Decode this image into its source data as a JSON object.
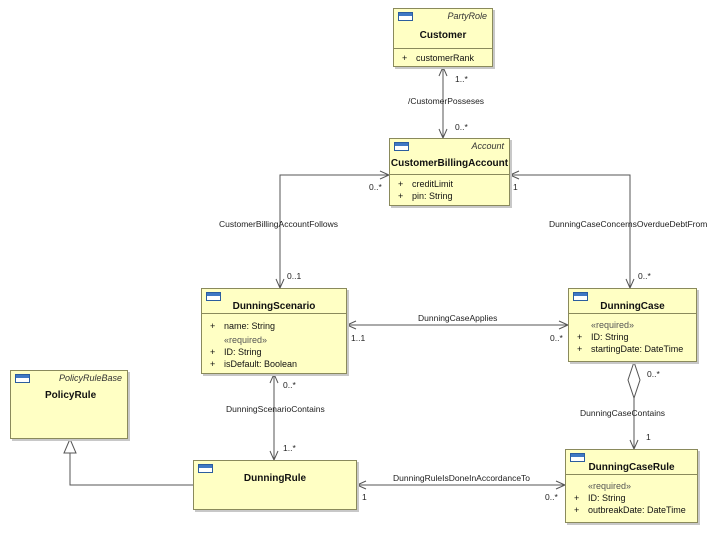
{
  "classes": {
    "customer": {
      "stereotype": "PartyRole",
      "name": "Customer",
      "attrs": [
        {
          "vis": "+",
          "text": "customerRank"
        }
      ]
    },
    "billing": {
      "stereotype": "Account",
      "name": "CustomerBillingAccount",
      "attrs": [
        {
          "vis": "+",
          "text": "creditLimit"
        },
        {
          "vis": "+",
          "text": "pin: String"
        }
      ]
    },
    "scenario": {
      "name": "DunningScenario",
      "attr1": {
        "vis": "+",
        "text": "name: String"
      },
      "required": "«required»",
      "attrs": [
        {
          "vis": "+",
          "text": "ID: String"
        },
        {
          "vis": "+",
          "text": "isDefault: Boolean"
        }
      ]
    },
    "case": {
      "name": "DunningCase",
      "required": "«required»",
      "attrs": [
        {
          "vis": "+",
          "text": "ID: String"
        },
        {
          "vis": "+",
          "text": "startingDate: DateTime"
        }
      ]
    },
    "policy": {
      "stereotype": "PolicyRuleBase",
      "name": "PolicyRule"
    },
    "rule": {
      "name": "DunningRule"
    },
    "caseRule": {
      "name": "DunningCaseRule",
      "required": "«required»",
      "attrs": [
        {
          "vis": "+",
          "text": "ID: String"
        },
        {
          "vis": "+",
          "text": "outbreakDate: DateTime"
        }
      ]
    }
  },
  "associations": {
    "possesses": {
      "name": "/CustomerPosseses",
      "mult_top": "1..*",
      "mult_bottom": "0..*"
    },
    "follows": {
      "name": "CustomerBillingAccountFollows",
      "mult_account": "0..*",
      "mult_scenario": "0..1"
    },
    "concerns": {
      "name": "DunningCaseConcernsOverdueDebtFrom",
      "mult_account": "1",
      "mult_case": "0..*"
    },
    "applies": {
      "name": "DunningCaseApplies",
      "mult_scenario": "1..1",
      "mult_case": "0..*"
    },
    "scenarioContains": {
      "name": "DunningScenarioContains",
      "mult_scenario": "0..*",
      "mult_rule": "1..*"
    },
    "caseContains": {
      "name": "DunningCaseContains",
      "mult_case": "0..*",
      "mult_caserule": "1"
    },
    "accordance": {
      "name": "DunningRuleIsDoneInAccordanceTo",
      "mult_rule": "1",
      "mult_caserule": "0..*"
    }
  },
  "colors": {
    "class_fill": "#ffffc4",
    "class_border": "#8a8a5c",
    "line": "#555555",
    "icon": "#3f78c4"
  }
}
